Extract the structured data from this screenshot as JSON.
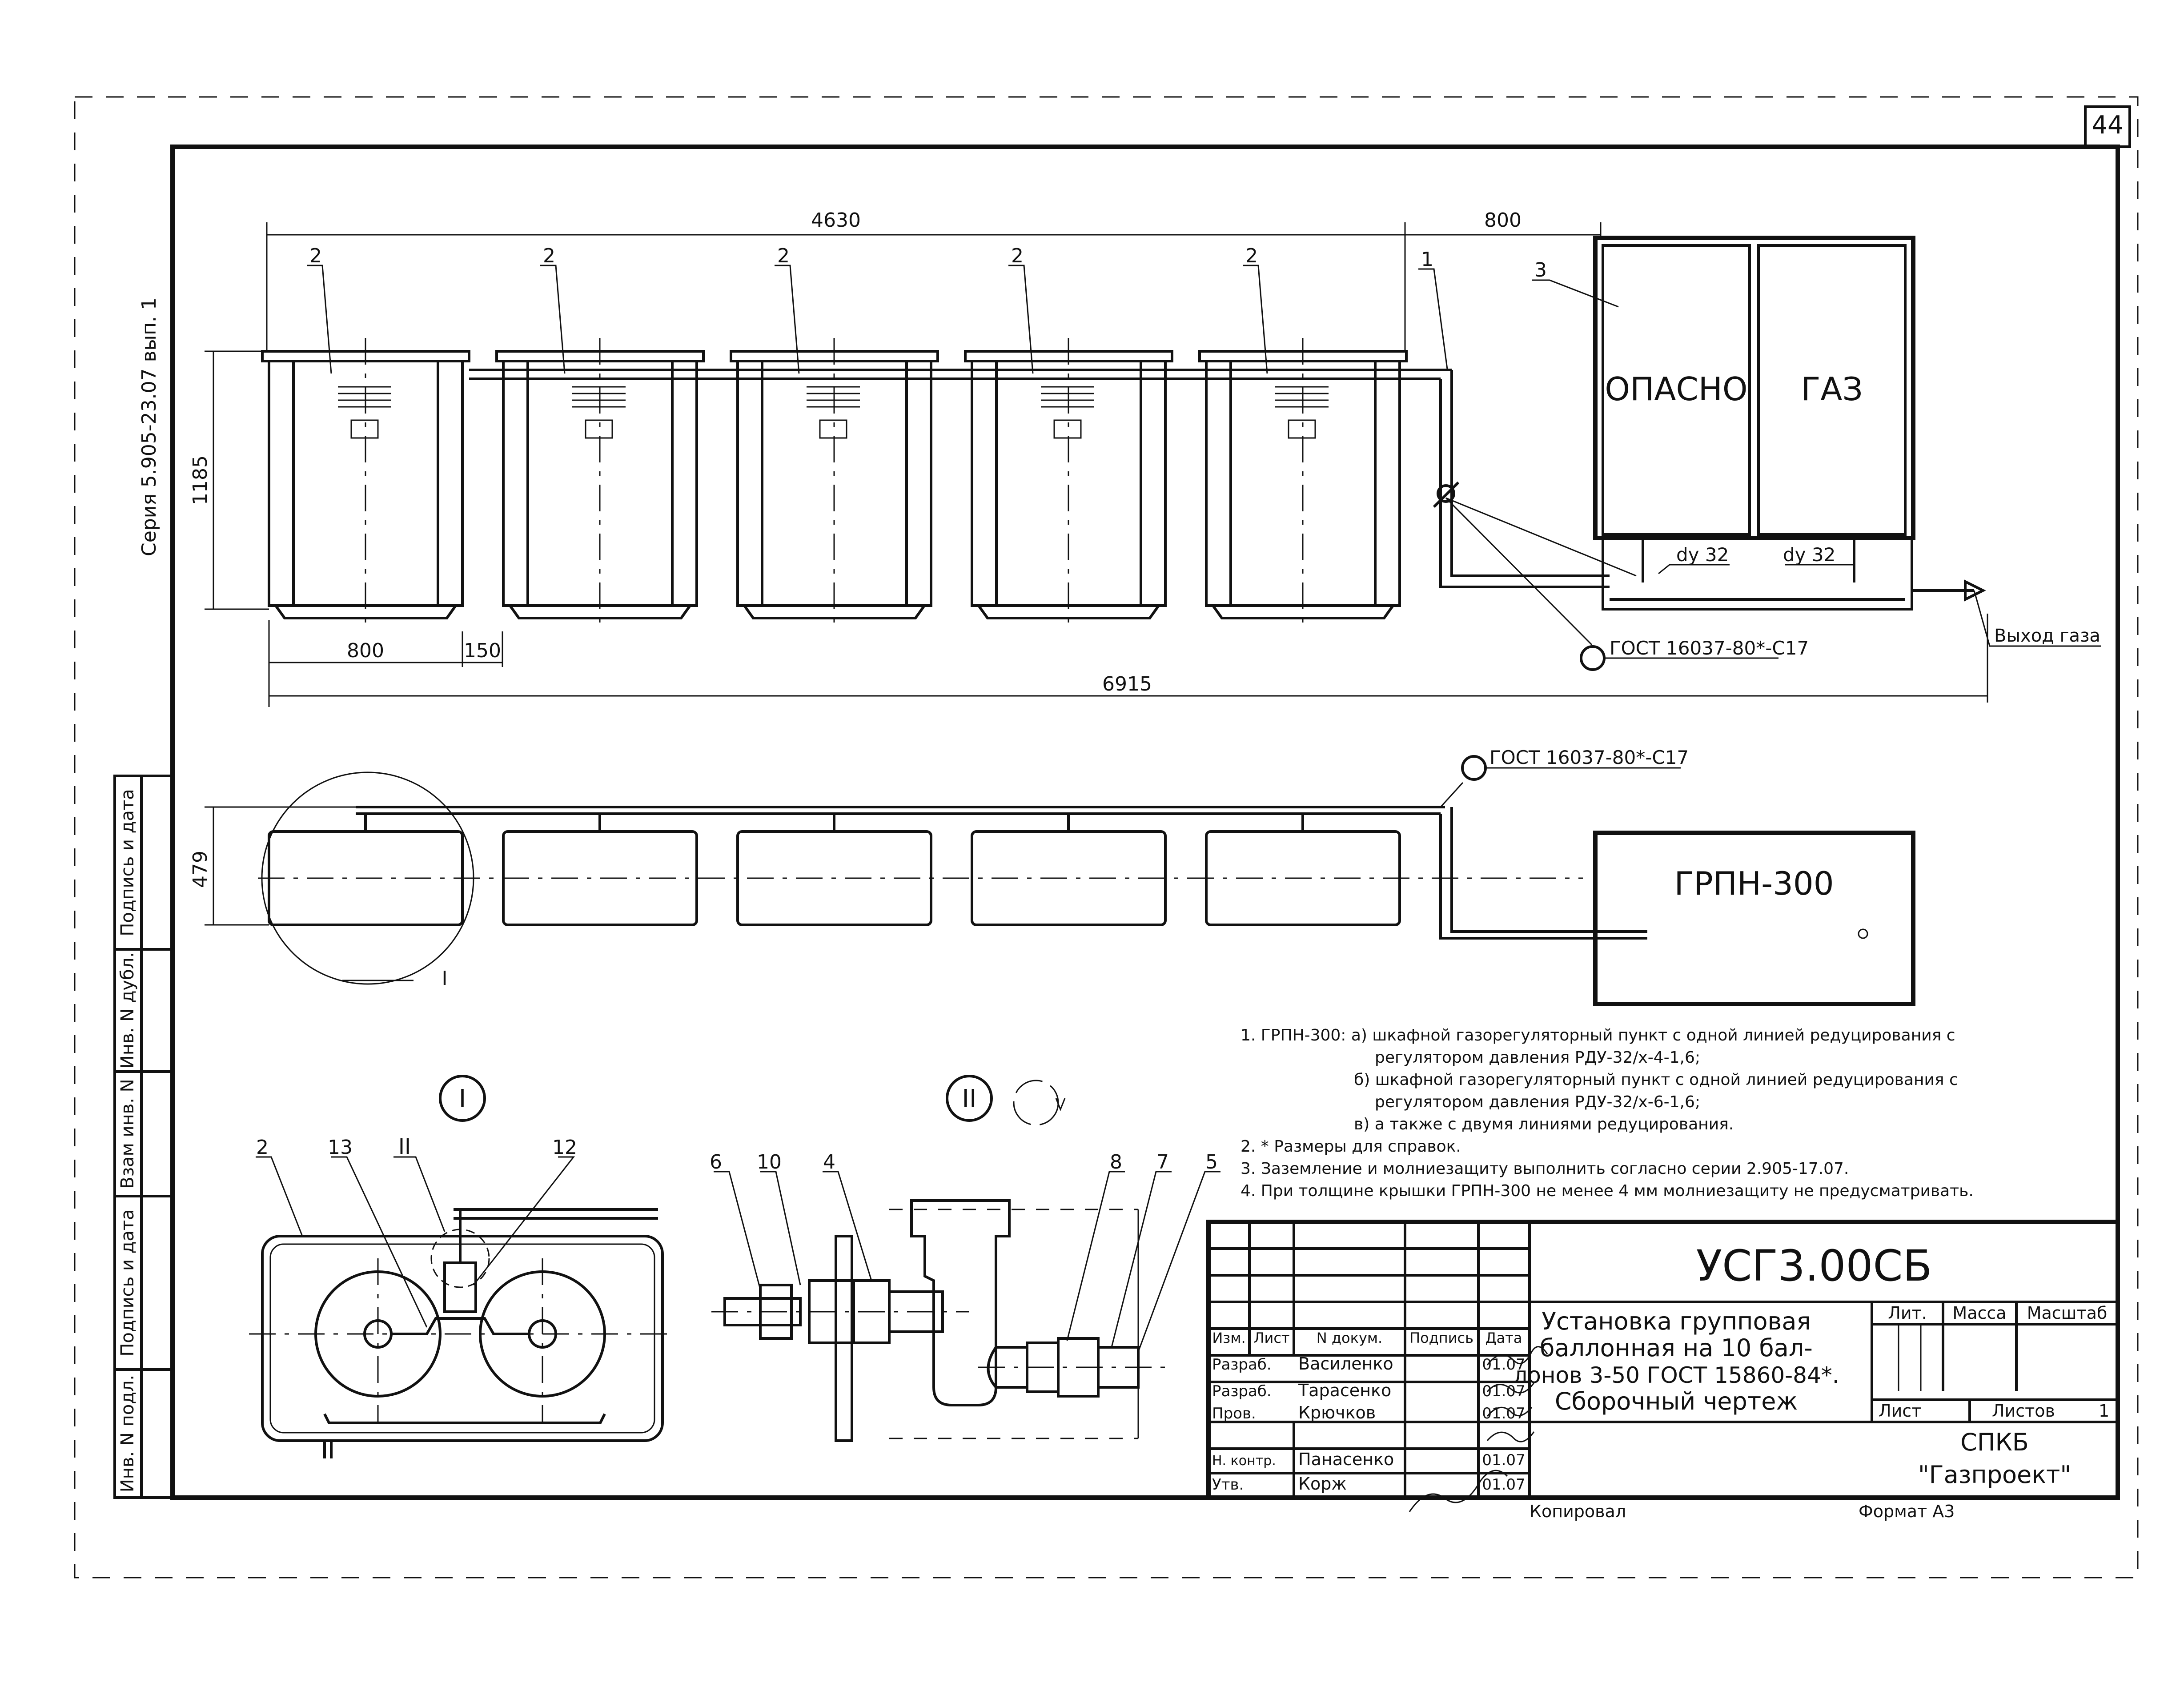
{
  "sheet": {
    "number": "44",
    "series": "Серия 5.905-23.07 вып. 1"
  },
  "side_stamp": [
    "Подпись и дата",
    "Инв. N дубл.",
    "Взам инв. N",
    "Подпись и дата",
    "Инв. N подл."
  ],
  "front_view": {
    "dim_total_top": "4630",
    "dim_gap": "800",
    "dim_height": "1185",
    "dim_cabinet_width": "800",
    "dim_cabinet_gap": "150",
    "dim_total": "6915",
    "cabinet_callout": "2",
    "pipe_callout": "1",
    "grpn_callout": "3",
    "grpn_label_left": "ОПАСНО",
    "grpn_label_right": "ГАЗ",
    "inlet_label": "dy 32",
    "outlet_label": "dy 32",
    "ground_label": "ГОСТ 16037-80*-С17",
    "gas_out_label": "Выход газа"
  },
  "plan_view": {
    "dim_depth": "479",
    "ground_label": "ГОСТ 16037-80*-С17",
    "grpn_label": "ГРПН-300",
    "detail_callout": "I"
  },
  "detail_I": {
    "title": "I",
    "callouts": [
      "2",
      "13",
      "II",
      "12"
    ]
  },
  "detail_II": {
    "title": "II",
    "callouts": [
      "6",
      "10",
      "4",
      "8",
      "7",
      "5"
    ]
  },
  "notes": [
    "1. ГРПН-300: а) шкафной газорегуляторный пункт с одной линией редуцирования с",
    "регулятором давления РДУ-32/х-4-1,6;",
    "б) шкафной газорегуляторный пункт с одной линией редуцирования с",
    "регулятором давления РДУ-32/х-6-1,6;",
    "в) а также с двумя линиями редуцирования.",
    "2. * Размеры для справок.",
    "3. Заземление и молниезащиту выполнить согласно серии 2.905-17.07.",
    "4. При толщине крышки ГРПН-300 не менее 4 мм молниезащиту не предусматривать."
  ],
  "title_block": {
    "designation": "УСГ3.00СБ",
    "title_lines": [
      "Установка групповая",
      "баллонная на 10 бал-",
      "лонов 3-50 ГОСТ 15860-84*.",
      "Сборочный чертеж"
    ],
    "col_headers": [
      "Изм.",
      "Лист",
      "N докум.",
      "Подпись",
      "Дата"
    ],
    "rows": [
      {
        "role": "Разраб.",
        "name": "Василенко",
        "date": "01.07"
      },
      {
        "role": "Разраб.",
        "name": "Тарасенко",
        "date": "01.07"
      },
      {
        "role": "Пров.",
        "name": "Крючков",
        "date": "01.07"
      },
      {
        "role": "Н. контр.",
        "name": "Панасенко",
        "date": "01.07"
      },
      {
        "role": "Утв.",
        "name": "Корж",
        "date": "01.07"
      }
    ],
    "lit_label": "Лит.",
    "mass_label": "Масса",
    "scale_label": "Масштаб",
    "sheet_label": "Лист",
    "sheets_label": "Листов",
    "sheets_value": "1",
    "org_line1": "СПКБ",
    "org_line2": "\"Газпроект\"",
    "copied": "Копировал",
    "format": "Формат А3"
  }
}
